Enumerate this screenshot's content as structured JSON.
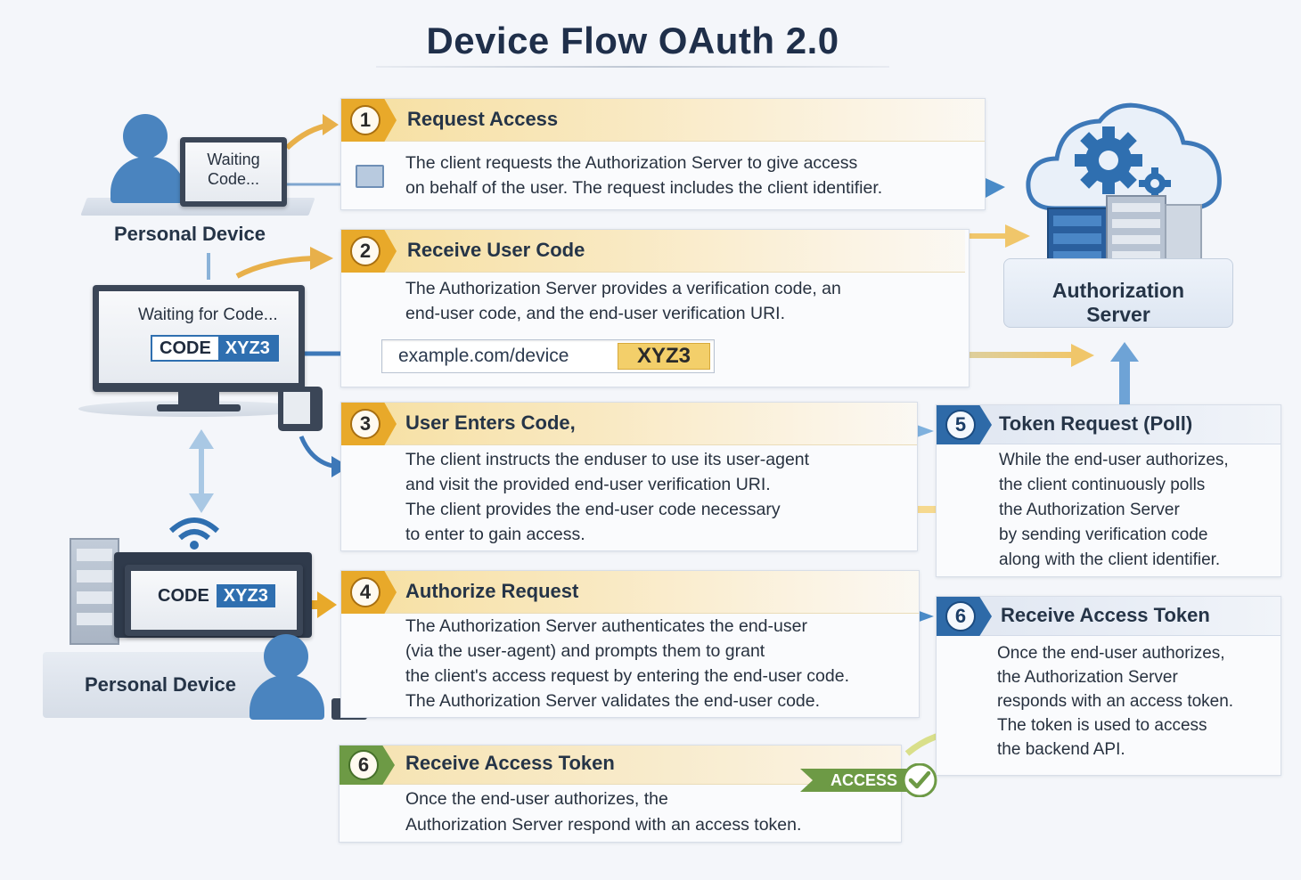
{
  "title": "Device Flow OAuth 2.0",
  "devices": {
    "top": {
      "screen_line1": "Waiting",
      "screen_line2": "Code...",
      "label": "Personal Device"
    },
    "monitor": {
      "waiting": "Waiting for Code...",
      "code_key": "CODE",
      "code_value": "XYZ3"
    },
    "bottom": {
      "code_key": "CODE",
      "code_value": "XYZ3",
      "label": "Personal Device"
    }
  },
  "auth_server": {
    "line1": "Authorization",
    "line2": "Server"
  },
  "url_bar": {
    "url": "example.com/device",
    "code": "XYZ3"
  },
  "access_pill": {
    "label": "ACCESS"
  },
  "steps": [
    {
      "num": "1",
      "title": "Request Access",
      "lines": [
        "The client requests the Authorization Server to give access",
        "on behalf of the user. The request includes the client identifier."
      ]
    },
    {
      "num": "2",
      "title": "Receive User Code",
      "lines": [
        "The Authorization Server provides a verification code, an",
        "end-user code, and the end-user verification URI."
      ]
    },
    {
      "num": "3",
      "title": "User Enters Code,",
      "lines": [
        "The client instructs the enduser to use its user-agent",
        "and visit the provided end-user verification URI.",
        "The client provides the end-user code necessary",
        "to enter to gain access."
      ]
    },
    {
      "num": "4",
      "title": "Authorize Request",
      "lines": [
        "The Authorization Server authenticates the end-user",
        "(via the user-agent) and prompts them to grant",
        "the client's access request by entering the end-user code.",
        "The Authorization Server validates the end-user code."
      ]
    },
    {
      "num": "5",
      "title": "Token Request (Poll)",
      "lines": [
        "While the end-user authorizes,",
        "the client continuously polls",
        "the Authorization Server",
        "by sending verification code",
        "along with the client identifier."
      ]
    },
    {
      "num": "6",
      "title": "Receive Access Token",
      "lines": [
        "Once the end-user authorizes,",
        "the Authorization Server",
        "responds with an access token.",
        "The token is used to access",
        "the backend API."
      ]
    },
    {
      "num": "6",
      "title": "Receive Access Token",
      "lines": [
        "Once the end-user authorizes, the",
        "Authorization Server respond with an access token."
      ]
    }
  ],
  "colors": {
    "accent_orange": "#e8a92a",
    "accent_blue": "#2e6aa8",
    "accent_green": "#6d9a45"
  }
}
